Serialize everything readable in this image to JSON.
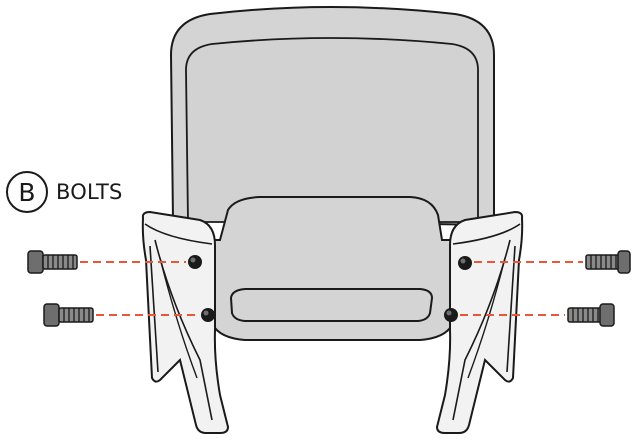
{
  "callout": {
    "letter": "B",
    "name": "BOLTS"
  },
  "colors": {
    "seat_fill": "#d4d4d4",
    "frame_fill": "#f2f2f2",
    "outline": "#1a1a1a",
    "guide_line": "#e8573a",
    "bolt_fill": "#6e6e6e"
  },
  "bolts": [
    {
      "id": "bolt-top-left"
    },
    {
      "id": "bolt-bottom-left"
    },
    {
      "id": "bolt-top-right"
    },
    {
      "id": "bolt-bottom-right"
    }
  ]
}
